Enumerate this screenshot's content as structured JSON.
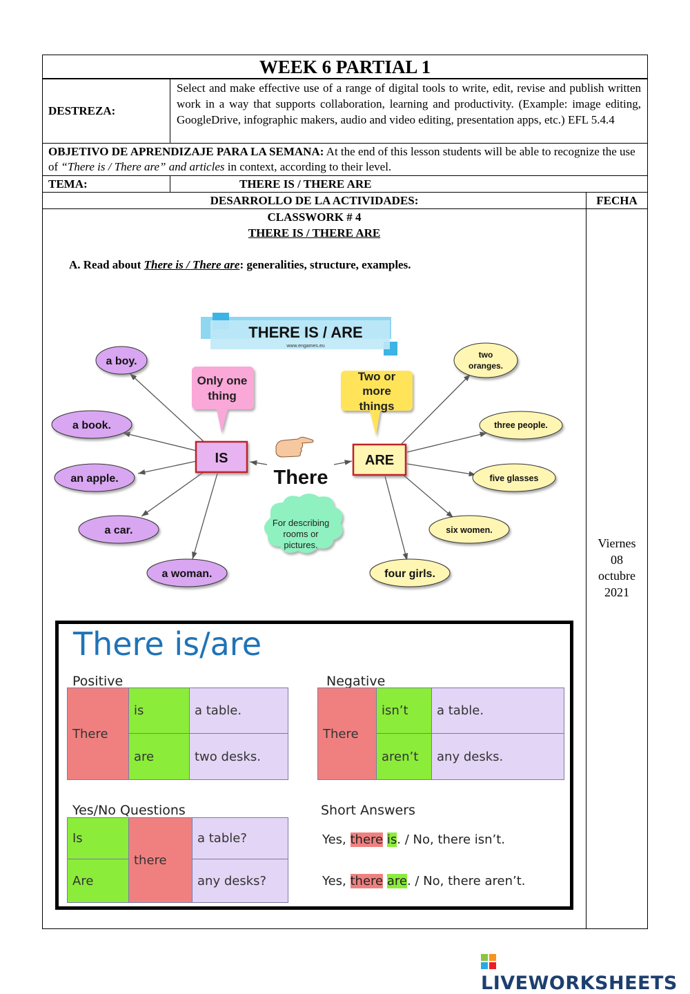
{
  "header": {
    "title": "WEEK 6 PARTIAL 1",
    "destreza_label": "DESTREZA:",
    "destreza_text": "Select and make effective use of a range of digital tools to write, edit, revise and publish written work in a way that supports collaboration, learning and productivity. (Example: image editing, GoogleDrive, infographic makers, audio and video editing, presentation apps, etc.) EFL 5.4.4",
    "objetivo_label": "OBJETIVO DE APRENDIZAJE PARA LA SEMANA:",
    "objetivo_text_1": " At the end of this lesson students will be able to recognize the use of ",
    "objetivo_italic": "“There is / There are” and articles",
    "objetivo_text_2": " in context, according to their level.",
    "tema_label": "TEMA:",
    "tema_value": "THERE IS / THERE ARE",
    "desarrollo_label": "DESARROLLO DE LA ACTIVIDADES:",
    "fecha_label": "FECHA"
  },
  "date": {
    "day": "Viernes",
    "num": "08",
    "month": "octubre",
    "year": "2021"
  },
  "classwork": {
    "title": "CLASSWORK # 4",
    "subtitle": "THERE IS / THERE ARE",
    "instruction_prefix": "A.  Read about ",
    "instruction_topic": "There is / There are",
    "instruction_suffix": ": generalities, structure, examples."
  },
  "mindmap": {
    "banner": "THERE IS / ARE",
    "banner_site": "www.engames.eu",
    "center": "There",
    "is_box": "IS",
    "are_box": "ARE",
    "only_one_line1": "Only one",
    "only_one_line2": "thing",
    "two_more_line1": "Two or",
    "two_more_line2": "more",
    "two_more_line3": "things",
    "cloud_line1": "For describing",
    "cloud_line2": "rooms or",
    "cloud_line3": "pictures.",
    "singular": [
      "a boy.",
      "a book.",
      "an apple.",
      "a car.",
      "a woman."
    ],
    "plural_two_1": "two",
    "plural_two_2": "oranges.",
    "plural": [
      "three people.",
      "five glasses",
      "six women.",
      "four girls."
    ]
  },
  "grammar": {
    "title": "There is/are",
    "positive": {
      "heading": "Positive",
      "there": "There",
      "is": "is",
      "are": "are",
      "obj1": "a table.",
      "obj2": "two desks."
    },
    "negative": {
      "heading": "Negative",
      "there": "There",
      "isnt": "isn’t",
      "arent": "aren’t",
      "obj1": "a table.",
      "obj2": "any desks."
    },
    "questions": {
      "heading": "Yes/No Questions",
      "is": "Is",
      "are": "Are",
      "there": "there",
      "obj1": "a table?",
      "obj2": "any desks?"
    },
    "short": {
      "heading": "Short Answers",
      "a1_yes": "Yes, ",
      "a1_there": "there",
      "a1_verb": "is",
      "a1_rest": ". / No, there isn’t.",
      "a2_yes": "Yes, ",
      "a2_there": "there",
      "a2_verb": "are",
      "a2_rest": ". / No, there aren’t."
    }
  },
  "footer": {
    "logo": "LIVEWORKSHEETS"
  },
  "colors": {
    "purple_node": "#d9a6f2",
    "yellow_node": "#fff6b3",
    "pink_bubble": "#f9a8d8",
    "yellow_bubble": "#ffe45a",
    "cloud": "#8ff0c0",
    "banner": "#8fd6f0"
  }
}
